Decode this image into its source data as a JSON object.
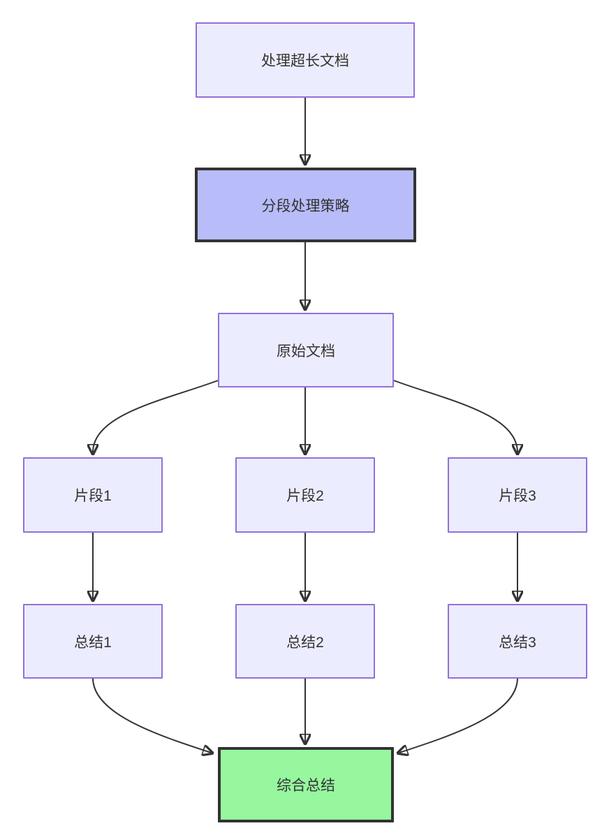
{
  "diagram": {
    "type": "flowchart",
    "direction": "top-down",
    "nodes": [
      {
        "id": "A",
        "label": "处理超长文档",
        "fill": "#ECECFF",
        "border_color": "#9370DB",
        "shape": "rect"
      },
      {
        "id": "B",
        "label": "分段处理策略",
        "fill": "#B8BCF8",
        "border_color": "#333333",
        "shape": "rect"
      },
      {
        "id": "C",
        "label": "原始文档",
        "fill": "#ECECFF",
        "border_color": "#9370DB",
        "shape": "rect"
      },
      {
        "id": "D",
        "label": "片段1",
        "fill": "#ECECFF",
        "border_color": "#9370DB",
        "shape": "rect"
      },
      {
        "id": "E",
        "label": "片段2",
        "fill": "#ECECFF",
        "border_color": "#9370DB",
        "shape": "rect"
      },
      {
        "id": "F",
        "label": "片段3",
        "fill": "#ECECFF",
        "border_color": "#9370DB",
        "shape": "rect"
      },
      {
        "id": "G",
        "label": "总结1",
        "fill": "#ECECFF",
        "border_color": "#9370DB",
        "shape": "rect"
      },
      {
        "id": "H",
        "label": "总结2",
        "fill": "#ECECFF",
        "border_color": "#9370DB",
        "shape": "rect"
      },
      {
        "id": "I",
        "label": "总结3",
        "fill": "#ECECFF",
        "border_color": "#9370DB",
        "shape": "rect"
      },
      {
        "id": "J",
        "label": "综合总结",
        "fill": "#96F79E",
        "border_color": "#333333",
        "shape": "rect"
      }
    ],
    "edges": [
      {
        "from": "处理超长文档",
        "to": "分段处理策略"
      },
      {
        "from": "分段处理策略",
        "to": "原始文档"
      },
      {
        "from": "原始文档",
        "to": "片段1"
      },
      {
        "from": "原始文档",
        "to": "片段2"
      },
      {
        "from": "原始文档",
        "to": "片段3"
      },
      {
        "from": "片段1",
        "to": "总结1"
      },
      {
        "from": "片段2",
        "to": "总结2"
      },
      {
        "from": "片段3",
        "to": "总结3"
      },
      {
        "from": "总结1",
        "to": "综合总结"
      },
      {
        "from": "总结2",
        "to": "综合总结"
      },
      {
        "from": "总结3",
        "to": "综合总结"
      }
    ],
    "colors": {
      "background": "#FFFFFF",
      "node_fill_default": "#ECECFF",
      "node_border_default": "#9370DB",
      "node_fill_strategy": "#B8BCF8",
      "node_fill_final": "#96F79E",
      "node_border_dark": "#333333",
      "edge_color": "#333333",
      "text_color": "#333333"
    }
  }
}
